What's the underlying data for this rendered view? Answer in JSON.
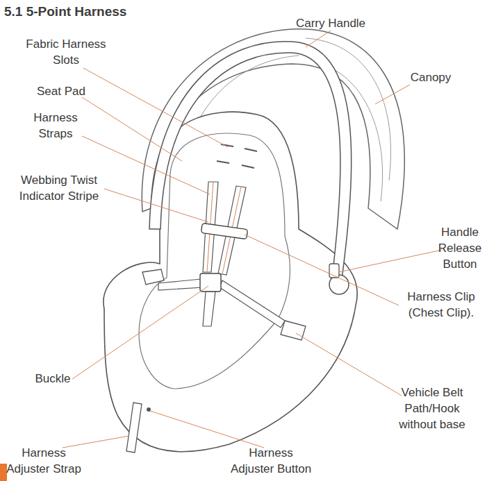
{
  "diagram": {
    "title": "5.1 5-Point Harness",
    "labels": [
      "Carry Handle",
      "Fabric Harness Slots",
      "Canopy",
      "Seat Pad",
      "Harness Straps",
      "Webbing Twist Indicator Stripe",
      "Handle Release Button",
      "Harness Clip (Chest Clip).",
      "Buckle",
      "Vehicle Belt Path/Hook without base",
      "Harness Adjuster Strap",
      "Harness Adjuster Button"
    ]
  }
}
